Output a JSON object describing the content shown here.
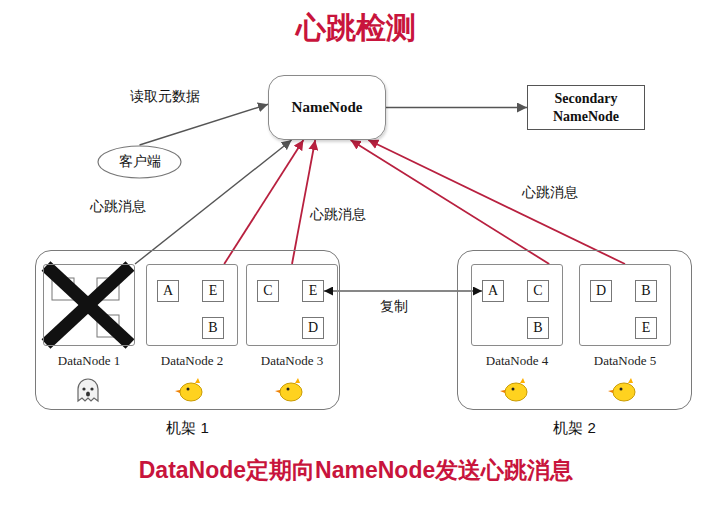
{
  "diagram": {
    "title": "心跳检测",
    "caption": "DataNode定期向NameNode发送心跳消息",
    "nodes": [
      {
        "text": [
          "NameNode"
        ]
      },
      {
        "text": [
          "Secondary NameNode"
        ]
      },
      {
        "text": [
          "客户端"
        ]
      },
      {
        "text": [
          "机架 1"
        ]
      },
      {
        "text": [
          "DataNode 1"
        ],
        "in": 3
      },
      {
        "text": [
          "DataNode 2"
        ],
        "in": 3
      },
      {
        "text": [
          "A"
        ],
        "in": 5
      },
      {
        "text": [
          "E"
        ],
        "in": 5
      },
      {
        "text": [
          "B"
        ],
        "in": 5
      },
      {
        "text": [
          "DataNode 3"
        ],
        "in": 3
      },
      {
        "text": [
          "C"
        ],
        "in": 9
      },
      {
        "text": [
          "E"
        ],
        "in": 9
      },
      {
        "text": [
          "D"
        ],
        "in": 9
      },
      {
        "text": [
          "机架 2"
        ]
      },
      {
        "text": [
          "DataNode 4"
        ],
        "in": 13
      },
      {
        "text": [
          "A"
        ],
        "in": 14
      },
      {
        "text": [
          "C"
        ],
        "in": 14
      },
      {
        "text": [
          "B"
        ],
        "in": 14
      },
      {
        "text": [
          "DataNode 5"
        ],
        "in": 13
      },
      {
        "text": [
          "D"
        ],
        "in": 18
      },
      {
        "text": [
          "B"
        ],
        "in": 18
      },
      {
        "text": [
          "E"
        ],
        "in": 18
      }
    ],
    "edges": [
      {
        "from": 2,
        "to": 0,
        "arrow": "to",
        "label": "读取元数据"
      },
      {
        "from": 0,
        "to": 1,
        "arrow": "to"
      },
      {
        "from": 4,
        "to": 0,
        "arrow": "to",
        "label": "心跳消息"
      },
      {
        "from": 5,
        "to": 0,
        "arrow": "to"
      },
      {
        "from": 9,
        "to": 0,
        "arrow": "to",
        "label": "心跳消息"
      },
      {
        "from": 14,
        "to": 0,
        "arrow": "to"
      },
      {
        "from": 18,
        "to": 0,
        "arrow": "to",
        "label": "心跳消息"
      },
      {
        "from": 11,
        "to": 15,
        "arrow": "both",
        "label": "复制"
      }
    ]
  }
}
